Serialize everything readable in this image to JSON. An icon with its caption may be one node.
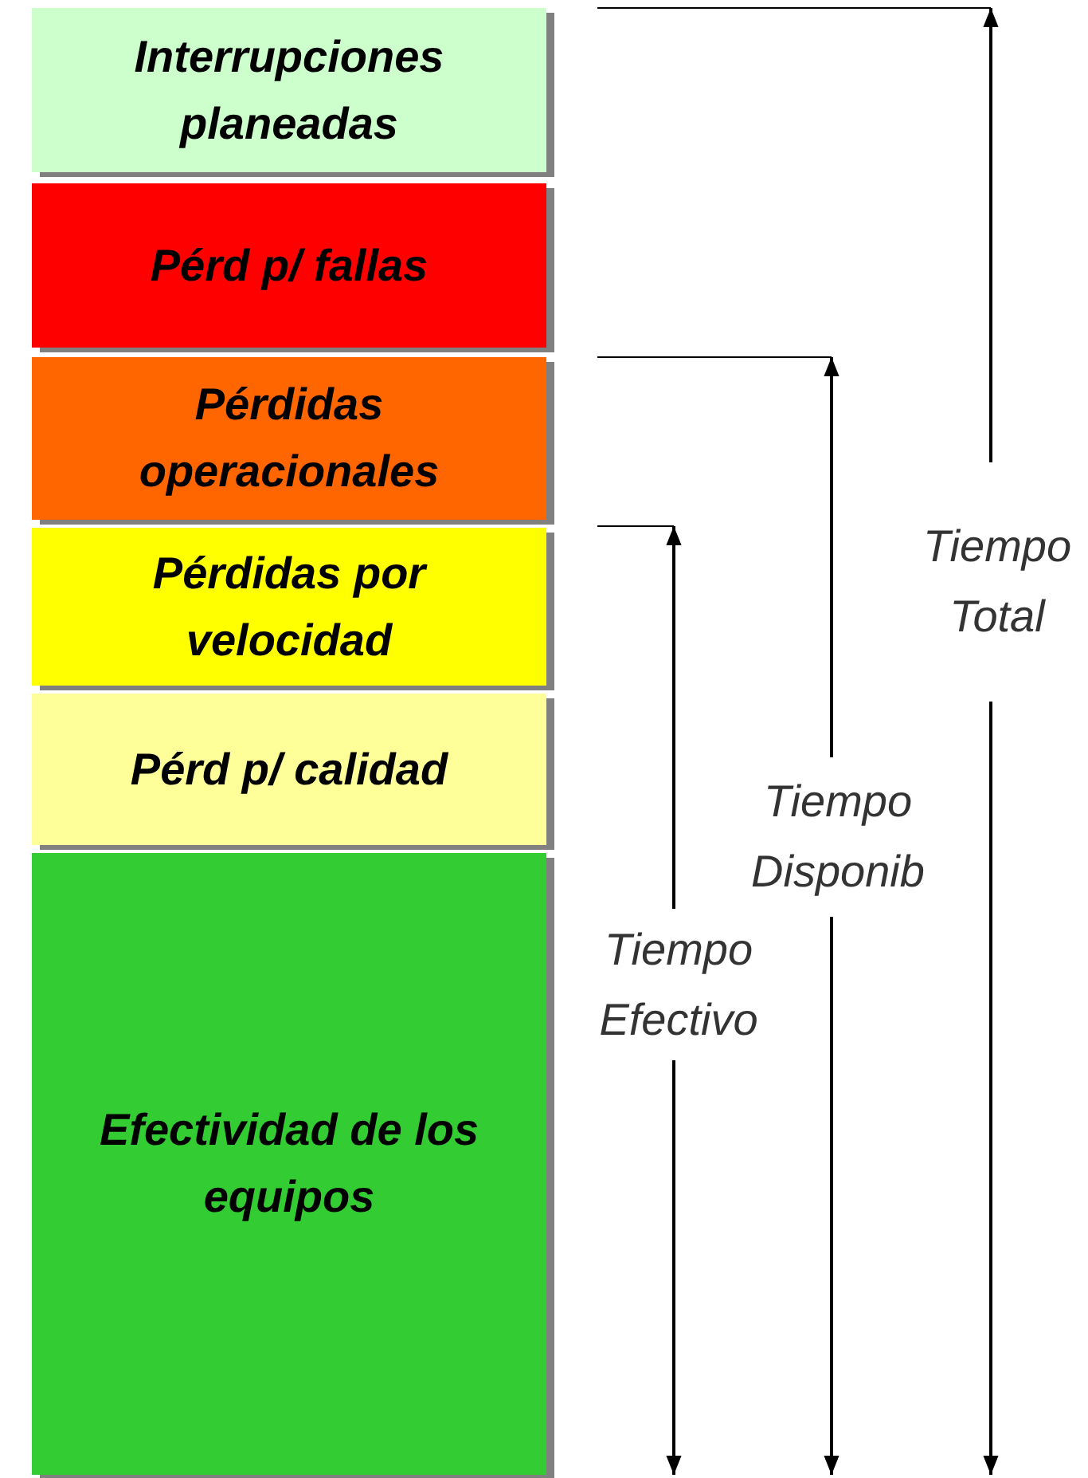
{
  "diagram": {
    "nodes": [
      {
        "text": [
          "Interrupciones planeadas"
        ]
      },
      {
        "text": [
          "Pérd p/ fallas"
        ]
      },
      {
        "text": [
          "Pérdidas operacionales"
        ]
      },
      {
        "text": [
          "Pérdidas por velocidad"
        ]
      },
      {
        "text": [
          "Pérd p/ calidad"
        ]
      },
      {
        "text": [
          "Efectividad de los equipos"
        ]
      }
    ],
    "labels": [
      "Tiempo Total",
      "Tiempo Disponib",
      "Tiempo Efectivo"
    ]
  }
}
